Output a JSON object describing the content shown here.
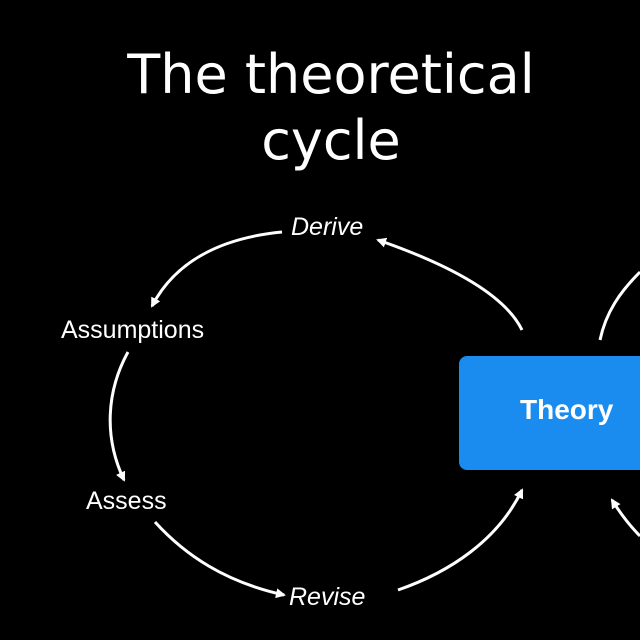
{
  "title": {
    "line1": "The theoretical",
    "line2": "cycle"
  },
  "nodes": {
    "theory": "Theory",
    "assumptions": "Assumptions",
    "assess": "Assess"
  },
  "edges": {
    "derive": "Derive",
    "revise": "Revise"
  },
  "colors": {
    "background": "#000000",
    "theory_box": "#1a8cf0",
    "text": "#ffffff",
    "arrow": "#ffffff"
  }
}
